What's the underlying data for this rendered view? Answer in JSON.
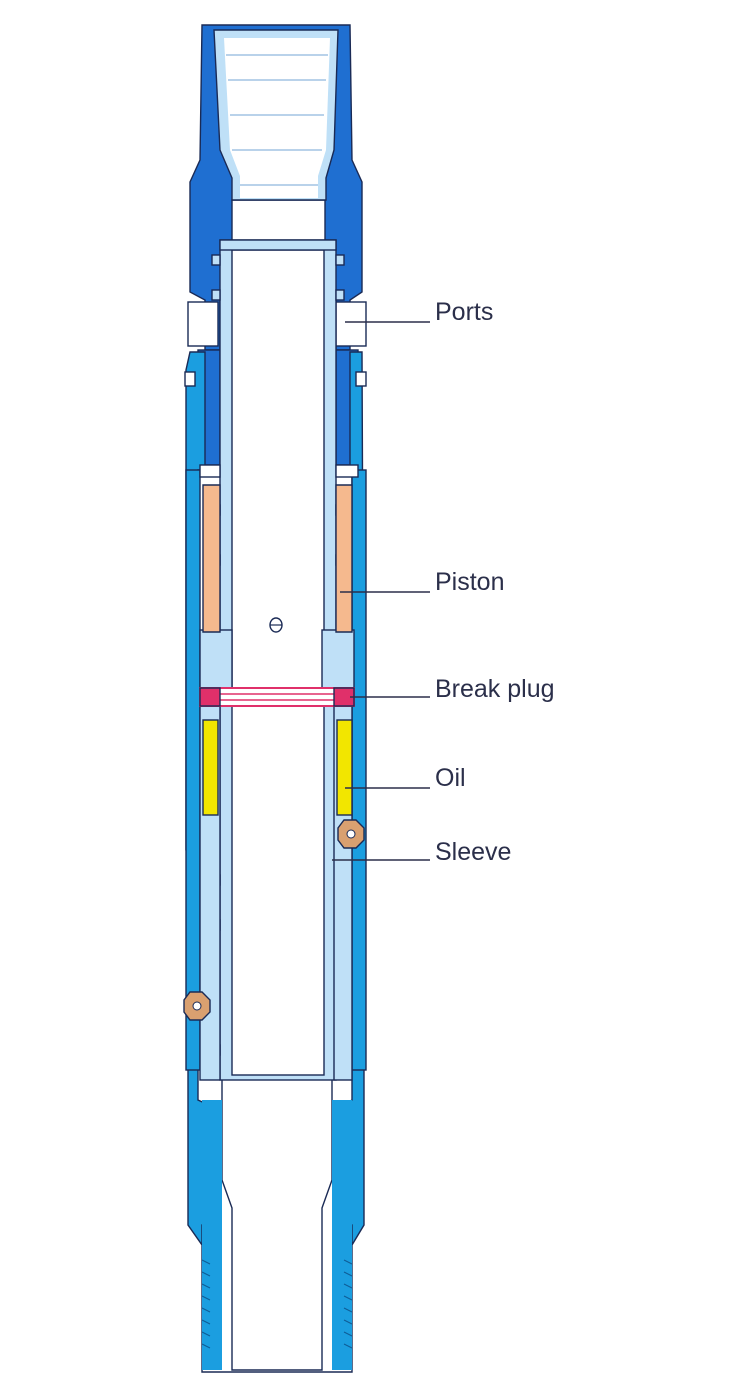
{
  "labels": {
    "ports": "Ports",
    "piston": "Piston",
    "break_plug": "Break plug",
    "oil": "Oil",
    "sleeve": "Sleeve"
  },
  "colors": {
    "upper_body": "#1f6fd1",
    "lower_body": "#1b9ee0",
    "inner_sleeve": "#bfe0f7",
    "bore": "#ffffff",
    "piston": "#f5b98e",
    "oil": "#f2e600",
    "break_plug": "#e0306a",
    "seal": "#d9a070",
    "callout_text": "#2b2f4a"
  }
}
